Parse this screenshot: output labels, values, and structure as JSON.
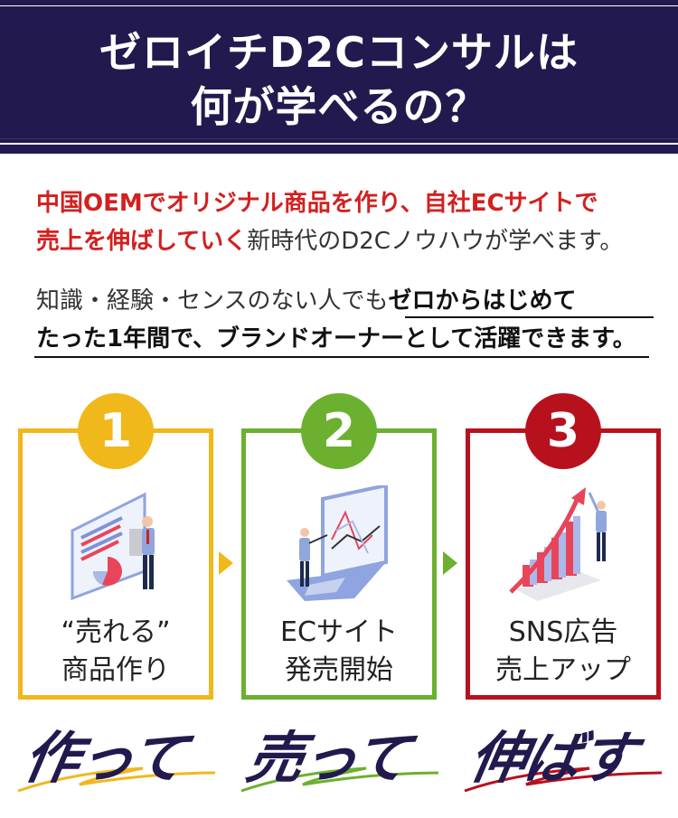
{
  "header": {
    "title_line1": "ゼロイチD2Cコンサルは",
    "title_line2": "何が学べるの？",
    "background_color": "#221a4e"
  },
  "lead": {
    "red_text_line1": "中国OEMでオリジナル商品を作り、自社ECサイトで",
    "red_text_line2": "売上を伸ばしていく",
    "normal_text": "新時代のD2Cノウハウが学べます。",
    "accent_color": "#d3201f"
  },
  "sub": {
    "normal_text": "知識・経験・センスのない人でも",
    "bold_text_line1": "ゼロからはじめて",
    "bold_text_line2": "たった1年間で、ブランドオーナーとして活躍できます。"
  },
  "steps": [
    {
      "number": "1",
      "label_line1": "“売れる”",
      "label_line2": "商品作り",
      "verb": "作って",
      "color": "#f1b81b",
      "icon": "presentation-board-businessman-icon"
    },
    {
      "number": "2",
      "label_line1": "ECサイト",
      "label_line2": "発売開始",
      "verb": "売って",
      "color": "#6bb12f",
      "icon": "laptop-chart-businessman-icon"
    },
    {
      "number": "3",
      "label_line1": "SNS広告",
      "label_line2": "売上アップ",
      "verb": "伸ばす",
      "color": "#b8111e",
      "icon": "growth-bar-chart-arrow-icon"
    }
  ]
}
